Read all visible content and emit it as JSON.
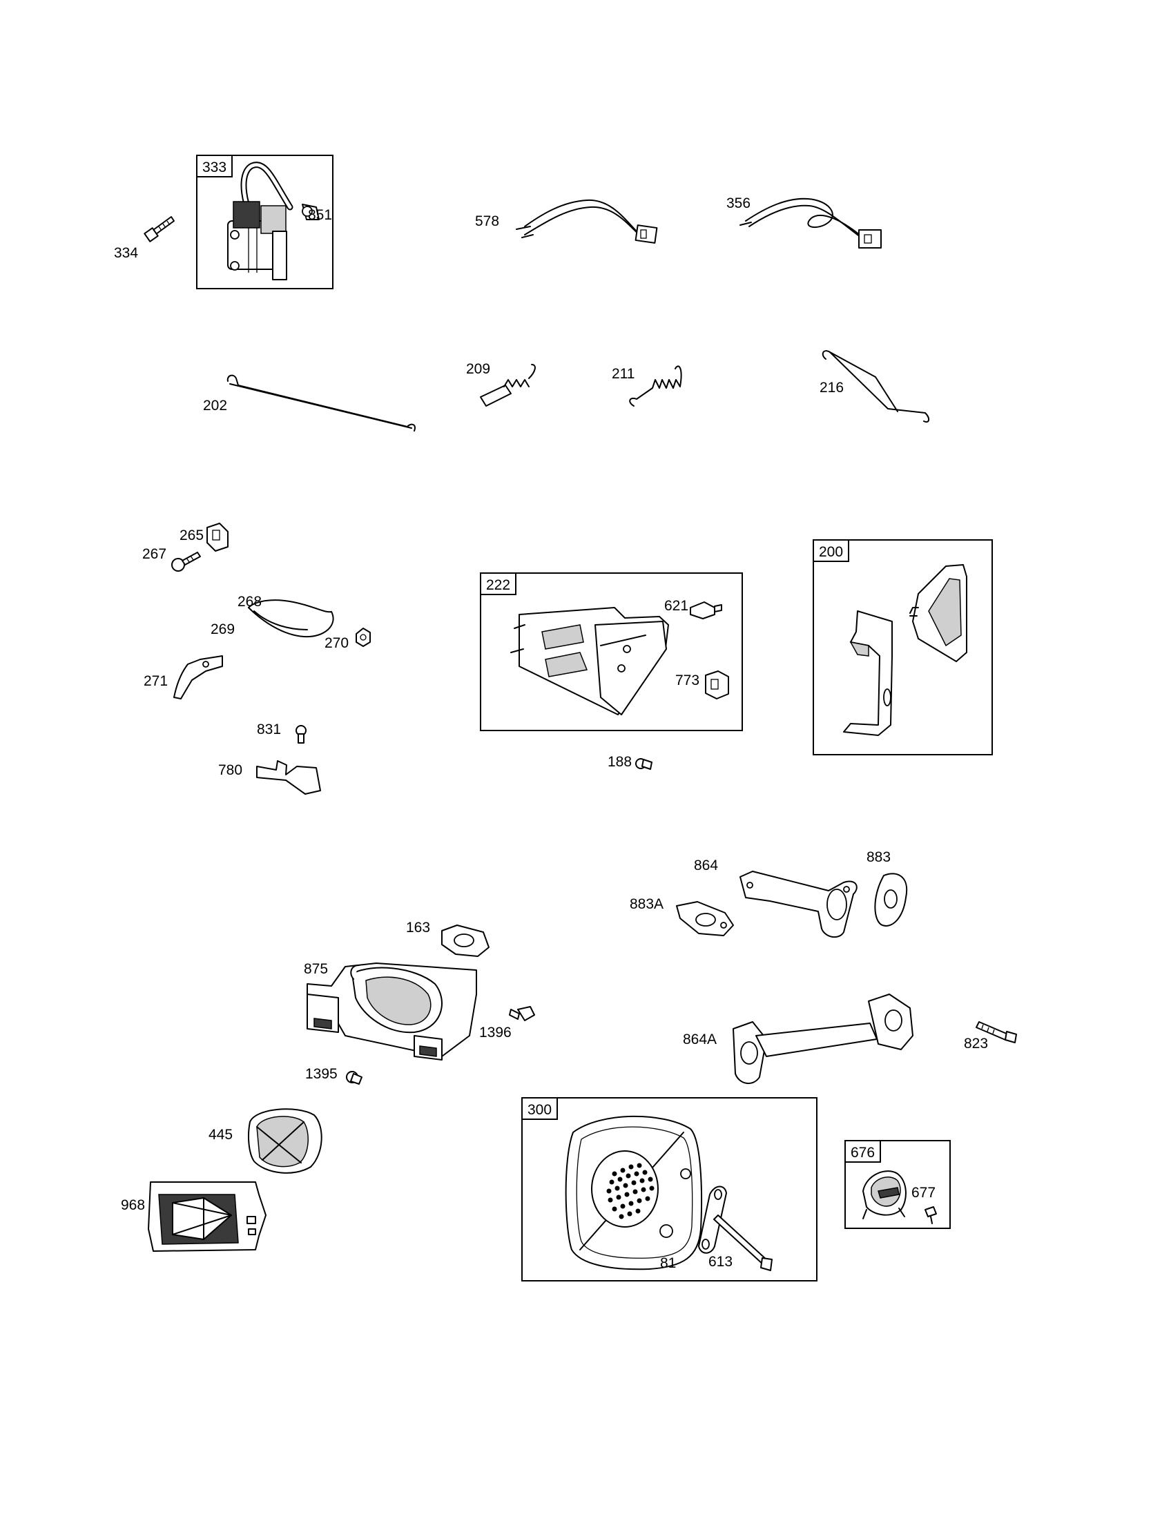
{
  "diagram": {
    "kit_boxes": {
      "b333": "333",
      "b222": "222",
      "b200": "200",
      "b300": "300",
      "b676": "676"
    },
    "parts": {
      "p334": "334",
      "p851": "851",
      "p578": "578",
      "p356": "356",
      "p202": "202",
      "p209": "209",
      "p211": "211",
      "p216": "216",
      "p265": "265",
      "p267": "267",
      "p268": "268",
      "p269": "269",
      "p270": "270",
      "p271": "271",
      "p831": "831",
      "p780": "780",
      "p621": "621",
      "p773": "773",
      "p188": "188",
      "p864": "864",
      "p883": "883",
      "p883a": "883A",
      "p163": "163",
      "p875": "875",
      "p1396": "1396",
      "p1395": "1395",
      "p864a": "864A",
      "p823": "823",
      "p445": "445",
      "p968": "968",
      "p81": "81",
      "p613": "613",
      "p677": "677"
    }
  }
}
